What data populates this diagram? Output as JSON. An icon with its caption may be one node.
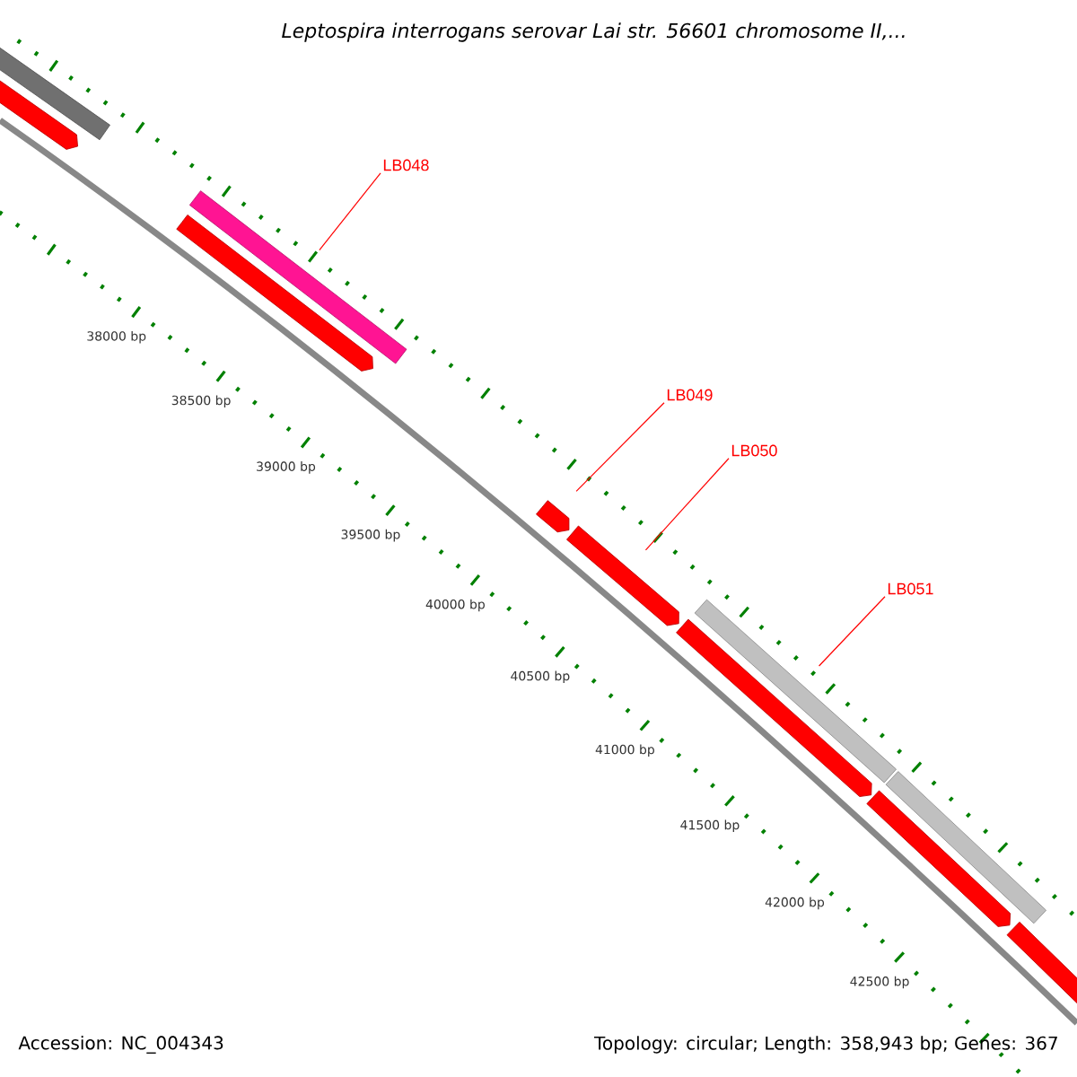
{
  "diagram": {
    "title": "Leptospira interrogans serovar Lai str. 56601 chromosome II,...",
    "nodes": [
      {
        "text": [],
        "shape": "bar"
      },
      {
        "text": [],
        "shape": "bar"
      },
      {
        "text": [
          "LB048"
        ]
      },
      {
        "text": [],
        "shape": "bar"
      },
      {
        "text": [],
        "shape": "bar"
      },
      {
        "text": [
          "LB049"
        ]
      },
      {
        "text": [
          "LB050"
        ]
      },
      {
        "text": [],
        "shape": "bar"
      },
      {
        "text": [],
        "shape": "bar"
      },
      {
        "text": [
          "LB051"
        ]
      },
      {
        "text": [],
        "shape": "bar"
      },
      {
        "text": [],
        "shape": "bar"
      },
      {
        "text": [],
        "shape": "bar"
      },
      {
        "text": [],
        "shape": "bar"
      },
      {
        "text": [],
        "shape": "bar"
      }
    ],
    "edges": [
      {
        "from": 2,
        "to": 3,
        "arrow": "none"
      },
      {
        "from": 5,
        "to": 7,
        "arrow": "none"
      },
      {
        "from": 6,
        "to": 8,
        "arrow": "none"
      },
      {
        "from": 9,
        "to": 10,
        "arrow": "none"
      }
    ],
    "labels": [
      "38000 bp",
      "38500 bp",
      "39000 bp",
      "39500 bp",
      "40000 bp",
      "40500 bp",
      "41000 bp",
      "41500 bp",
      "42000 bp",
      "42500 bp",
      "Accession: NC_004343",
      "Topology: circular; Length: 358,943 bp; Genes: 367"
    ]
  }
}
